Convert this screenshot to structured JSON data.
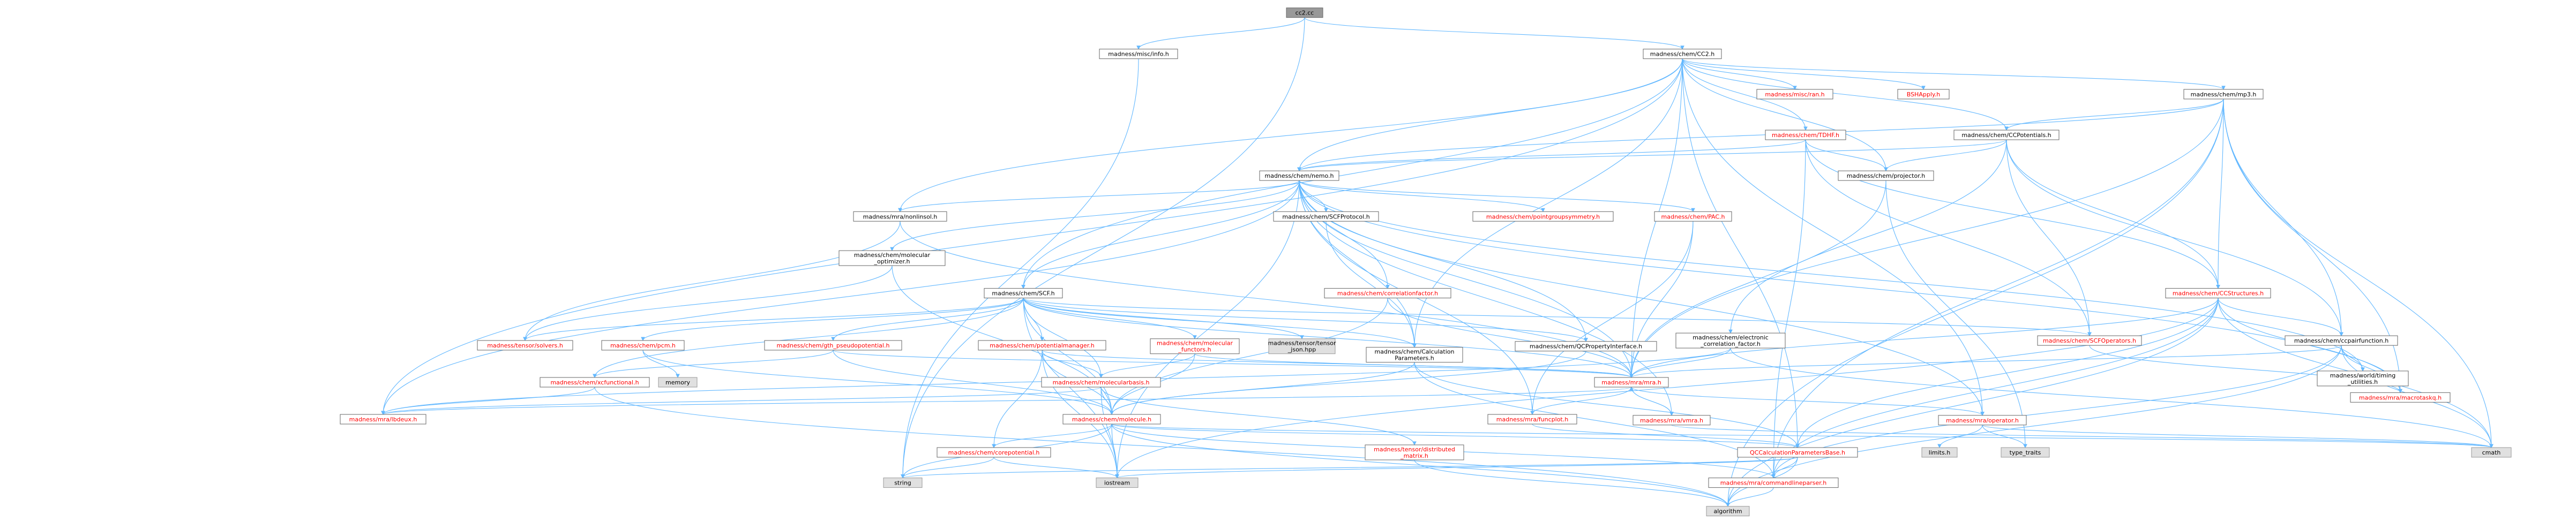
{
  "colors": {
    "edge": "#63b8ff",
    "node_fill": "#ffffff",
    "node_stroke": "#666666",
    "root_fill": "#999999",
    "root_stroke": "#666666",
    "external_fill": "#e0e0e0",
    "external_stroke": "#999999",
    "text_default": "#000000",
    "text_red": "#ff0000"
  },
  "nodes": [
    {
      "id": "root",
      "label": "cc2.cc",
      "style": "root",
      "text": "default"
    },
    {
      "id": "info",
      "label": "madness/misc/info.h",
      "style": "normal",
      "text": "default"
    },
    {
      "id": "cc2h",
      "label": "madness/chem/CC2.h",
      "style": "normal",
      "text": "default"
    },
    {
      "id": "ran",
      "label": "madness/misc/ran.h",
      "style": "normal",
      "text": "red"
    },
    {
      "id": "bsh",
      "label": "BSHApply.h",
      "style": "normal",
      "text": "red"
    },
    {
      "id": "mp3",
      "label": "madness/chem/mp3.h",
      "style": "normal",
      "text": "default"
    },
    {
      "id": "tdhf",
      "label": "madness/chem/TDHF.h",
      "style": "normal",
      "text": "red"
    },
    {
      "id": "ccpot",
      "label": "madness/chem/CCPotentials.h",
      "style": "normal",
      "text": "default"
    },
    {
      "id": "nemo",
      "label": "madness/chem/nemo.h",
      "style": "normal",
      "text": "default"
    },
    {
      "id": "proj",
      "label": "madness/chem/projector.h",
      "style": "normal",
      "text": "default"
    },
    {
      "id": "nonlin",
      "label": "madness/mra/nonlinsol.h",
      "style": "normal",
      "text": "default"
    },
    {
      "id": "scfproto",
      "label": "madness/chem/SCFProtocol.h",
      "style": "normal",
      "text": "default"
    },
    {
      "id": "pgsym",
      "label": "madness/chem/pointgroupsymmetry.h",
      "style": "normal",
      "text": "red"
    },
    {
      "id": "pac",
      "label": "madness/chem/PAC.h",
      "style": "normal",
      "text": "red"
    },
    {
      "id": "molopt",
      "label": "madness/chem/molecular\n_optimizer.h",
      "style": "normal",
      "text": "default"
    },
    {
      "id": "scfh",
      "label": "madness/chem/SCF.h",
      "style": "normal",
      "text": "default"
    },
    {
      "id": "corrf",
      "label": "madness/chem/correlationfactor.h",
      "style": "normal",
      "text": "red"
    },
    {
      "id": "ccstr",
      "label": "madness/chem/CCStructures.h",
      "style": "normal",
      "text": "red"
    },
    {
      "id": "elcorr",
      "label": "madness/chem/electronic\n_correlation_factor.h",
      "style": "normal",
      "text": "default"
    },
    {
      "id": "scfops",
      "label": "madness/chem/SCFOperators.h",
      "style": "normal",
      "text": "red"
    },
    {
      "id": "ccpair",
      "label": "madness/chem/ccpairfunction.h",
      "style": "normal",
      "text": "default"
    },
    {
      "id": "tsolv",
      "label": "madness/tensor/solvers.h",
      "style": "normal",
      "text": "red"
    },
    {
      "id": "pcm",
      "label": "madness/chem/pcm.h",
      "style": "normal",
      "text": "red"
    },
    {
      "id": "gthpp",
      "label": "madness/chem/gth_pseudopotential.h",
      "style": "normal",
      "text": "red"
    },
    {
      "id": "potmgr",
      "label": "madness/chem/potentialmanager.h",
      "style": "normal",
      "text": "red"
    },
    {
      "id": "molfunc",
      "label": "madness/chem/molecular\n_functors.h",
      "style": "normal",
      "text": "red"
    },
    {
      "id": "json",
      "label": "madness/tensor/tensor\n_json.hpp",
      "style": "external",
      "text": "default"
    },
    {
      "id": "calcp",
      "label": "madness/chem/Calculation\nParameters.h",
      "style": "normal",
      "text": "default"
    },
    {
      "id": "qcprop",
      "label": "madness/chem/QCPropertyInterface.h",
      "style": "normal",
      "text": "default"
    },
    {
      "id": "worldtime",
      "label": "madness/world/timing\n_utilities.h",
      "style": "normal",
      "text": "default"
    },
    {
      "id": "macro",
      "label": "madness/mra/macrotaskq.h",
      "style": "normal",
      "text": "red"
    },
    {
      "id": "memory",
      "label": "memory",
      "style": "external",
      "text": "default"
    },
    {
      "id": "xcf",
      "label": "madness/chem/xcfunctional.h",
      "style": "normal",
      "text": "red"
    },
    {
      "id": "molbasis",
      "label": "madness/chem/molecularbasis.h",
      "style": "normal",
      "text": "red"
    },
    {
      "id": "mrah",
      "label": "madness/mra/mra.h",
      "style": "normal",
      "text": "red"
    },
    {
      "id": "mraop",
      "label": "madness/mra/operator.h",
      "style": "normal",
      "text": "red"
    },
    {
      "id": "fbdeux",
      "label": "madness/mra/lbdeux.h",
      "style": "normal",
      "text": "red"
    },
    {
      "id": "molecule",
      "label": "madness/chem/molecule.h",
      "style": "normal",
      "text": "red"
    },
    {
      "id": "funcplot",
      "label": "madness/mra/funcplot.h",
      "style": "normal",
      "text": "red"
    },
    {
      "id": "vmra",
      "label": "madness/mra/vmra.h",
      "style": "normal",
      "text": "red"
    },
    {
      "id": "limits",
      "label": "limits.h",
      "style": "external",
      "text": "default"
    },
    {
      "id": "typetraits",
      "label": "type_traits",
      "style": "external",
      "text": "default"
    },
    {
      "id": "corepot",
      "label": "madness/chem/corepotential.h",
      "style": "normal",
      "text": "red"
    },
    {
      "id": "distmat",
      "label": "madness/tensor/distributed\n_matrix.h",
      "style": "normal",
      "text": "red"
    },
    {
      "id": "qcbase",
      "label": "QCCalculationParametersBase.h",
      "style": "normal",
      "text": "red"
    },
    {
      "id": "cmath",
      "label": "cmath",
      "style": "external",
      "text": "default"
    },
    {
      "id": "string",
      "label": "string",
      "style": "external",
      "text": "default"
    },
    {
      "id": "iostream",
      "label": "iostream",
      "style": "external",
      "text": "default"
    },
    {
      "id": "cmdparser",
      "label": "madness/mra/commandlineparser.h",
      "style": "normal",
      "text": "red"
    },
    {
      "id": "algorithm",
      "label": "algorithm",
      "style": "external",
      "text": "default"
    }
  ],
  "edges": [
    [
      "root",
      "info"
    ],
    [
      "root",
      "cc2h"
    ],
    [
      "root",
      "string"
    ],
    [
      "info",
      "string"
    ],
    [
      "cc2h",
      "ran"
    ],
    [
      "cc2h",
      "bsh"
    ],
    [
      "cc2h",
      "mp3"
    ],
    [
      "cc2h",
      "tdhf"
    ],
    [
      "cc2h",
      "ccpot"
    ],
    [
      "cc2h",
      "nemo"
    ],
    [
      "cc2h",
      "proj"
    ],
    [
      "cc2h",
      "nonlin"
    ],
    [
      "cc2h",
      "scfh"
    ],
    [
      "cc2h",
      "fbdeux"
    ],
    [
      "cc2h",
      "mrah"
    ],
    [
      "cc2h",
      "mraop"
    ],
    [
      "cc2h",
      "qcbase"
    ],
    [
      "cc2h",
      "calcp"
    ],
    [
      "mp3",
      "ccpot"
    ],
    [
      "mp3",
      "ccstr"
    ],
    [
      "mp3",
      "ccpair"
    ],
    [
      "mp3",
      "macro"
    ],
    [
      "mp3",
      "mrah"
    ],
    [
      "mp3",
      "cmdparser"
    ],
    [
      "mp3",
      "cmath"
    ],
    [
      "mp3",
      "algorithm"
    ],
    [
      "mp3",
      "nemo"
    ],
    [
      "tdhf",
      "ccstr"
    ],
    [
      "tdhf",
      "scfops"
    ],
    [
      "tdhf",
      "proj"
    ],
    [
      "tdhf",
      "nemo"
    ],
    [
      "tdhf",
      "cmdparser"
    ],
    [
      "ccpot",
      "ccstr"
    ],
    [
      "ccpot",
      "proj"
    ],
    [
      "ccpot",
      "nemo"
    ],
    [
      "ccpot",
      "scfops"
    ],
    [
      "ccpot",
      "ccpair"
    ],
    [
      "ccpot",
      "elcorr"
    ],
    [
      "nemo",
      "nonlin"
    ],
    [
      "nemo",
      "scfproto"
    ],
    [
      "nemo",
      "pgsym"
    ],
    [
      "nemo",
      "pac"
    ],
    [
      "nemo",
      "molopt"
    ],
    [
      "nemo",
      "scfh"
    ],
    [
      "nemo",
      "corrf"
    ],
    [
      "nemo",
      "fbdeux"
    ],
    [
      "nemo",
      "mrah"
    ],
    [
      "nemo",
      "vmra"
    ],
    [
      "nemo",
      "funcplot"
    ],
    [
      "nemo",
      "calcp"
    ],
    [
      "nemo",
      "qcprop"
    ],
    [
      "nemo",
      "worldtime"
    ],
    [
      "nemo",
      "macro"
    ],
    [
      "nemo",
      "mraop"
    ],
    [
      "nemo",
      "iostream"
    ],
    [
      "proj",
      "mrah"
    ],
    [
      "proj",
      "typetraits"
    ],
    [
      "nonlin",
      "tsolv"
    ],
    [
      "nonlin",
      "mrah"
    ],
    [
      "scfproto",
      "calcp"
    ],
    [
      "pac",
      "mrah"
    ],
    [
      "pac",
      "funcplot"
    ],
    [
      "molopt",
      "tsolv"
    ],
    [
      "molopt",
      "molecule"
    ],
    [
      "scfh",
      "tsolv"
    ],
    [
      "scfh",
      "pcm"
    ],
    [
      "scfh",
      "gthpp"
    ],
    [
      "scfh",
      "potmgr"
    ],
    [
      "scfh",
      "molfunc"
    ],
    [
      "scfh",
      "json"
    ],
    [
      "scfh",
      "calcp"
    ],
    [
      "scfh",
      "qcprop"
    ],
    [
      "scfh",
      "xcf"
    ],
    [
      "scfh",
      "molbasis"
    ],
    [
      "scfh",
      "mrah"
    ],
    [
      "scfh",
      "scfops"
    ],
    [
      "scfh",
      "molecule"
    ],
    [
      "scfh",
      "iostream"
    ],
    [
      "corrf",
      "mrah"
    ],
    [
      "corrf",
      "molecule"
    ],
    [
      "ccstr",
      "ccpair"
    ],
    [
      "ccstr",
      "macro"
    ],
    [
      "ccstr",
      "mrah"
    ],
    [
      "ccstr",
      "qcbase"
    ],
    [
      "ccstr",
      "cmdparser"
    ],
    [
      "ccstr",
      "algorithm"
    ],
    [
      "ccstr",
      "cmath"
    ],
    [
      "ccstr",
      "iostream"
    ],
    [
      "elcorr",
      "mrah"
    ],
    [
      "elcorr",
      "cmath"
    ],
    [
      "elcorr",
      "fbdeux"
    ],
    [
      "scfops",
      "macro"
    ],
    [
      "ccpair",
      "mrah"
    ],
    [
      "ccpair",
      "macro"
    ],
    [
      "ccpair",
      "worldtime"
    ],
    [
      "ccpair",
      "cmath"
    ],
    [
      "ccpair",
      "algorithm"
    ],
    [
      "ccpair",
      "cmdparser"
    ],
    [
      "pcm",
      "memory"
    ],
    [
      "pcm",
      "molecule"
    ],
    [
      "gthpp",
      "xcf"
    ],
    [
      "gthpp",
      "molecule"
    ],
    [
      "gthpp",
      "mrah"
    ],
    [
      "potmgr",
      "molbasis"
    ],
    [
      "potmgr",
      "corepot"
    ],
    [
      "potmgr",
      "molecule"
    ],
    [
      "potmgr",
      "mrah"
    ],
    [
      "potmgr",
      "iostream"
    ],
    [
      "molfunc",
      "molbasis"
    ],
    [
      "molfunc",
      "molecule"
    ],
    [
      "molfunc",
      "mrah"
    ],
    [
      "calcp",
      "molecule"
    ],
    [
      "calcp",
      "qcbase"
    ],
    [
      "calcp",
      "cmdparser"
    ],
    [
      "qcprop",
      "molecule"
    ],
    [
      "xcf",
      "fbdeux"
    ],
    [
      "xcf",
      "algorithm"
    ],
    [
      "molbasis",
      "molecule"
    ],
    [
      "molbasis",
      "iostream"
    ],
    [
      "molbasis",
      "distmat"
    ],
    [
      "molbasis",
      "fbdeux"
    ],
    [
      "mrah",
      "fbdeux"
    ],
    [
      "mrah",
      "funcplot"
    ],
    [
      "mrah",
      "vmra"
    ],
    [
      "mrah",
      "mraop"
    ],
    [
      "mraop",
      "limits"
    ],
    [
      "mraop",
      "typetraits"
    ],
    [
      "mraop",
      "cmath"
    ],
    [
      "molecule",
      "corepot"
    ],
    [
      "molecule",
      "qcbase"
    ],
    [
      "molecule",
      "cmdparser"
    ],
    [
      "molecule",
      "string"
    ],
    [
      "molecule",
      "iostream"
    ],
    [
      "molecule",
      "algorithm"
    ],
    [
      "molecule",
      "cmath"
    ],
    [
      "funcplot",
      "qcbase"
    ],
    [
      "vmra",
      "cmath"
    ],
    [
      "vmra",
      "mrah"
    ],
    [
      "corepot",
      "string"
    ],
    [
      "corepot",
      "iostream"
    ],
    [
      "distmat",
      "algorithm"
    ],
    [
      "qcbase",
      "string"
    ],
    [
      "qcbase",
      "algorithm"
    ],
    [
      "qcbase",
      "cmdparser"
    ],
    [
      "qcbase",
      "iostream"
    ],
    [
      "cmdparser",
      "algorithm"
    ]
  ]
}
